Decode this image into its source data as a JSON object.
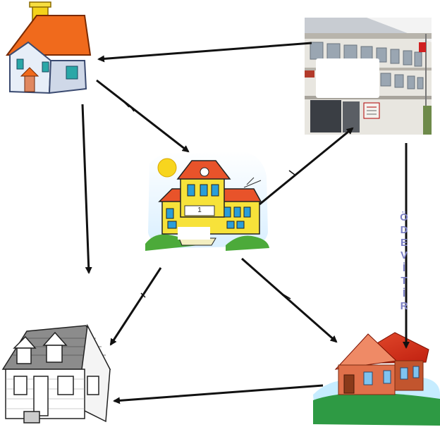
{
  "labels": {
    "school_sign": "1",
    "vertical_word": [
      "Ö",
      "D",
      "E",
      "V",
      "İ",
      "T",
      "İ",
      "R"
    ]
  }
}
